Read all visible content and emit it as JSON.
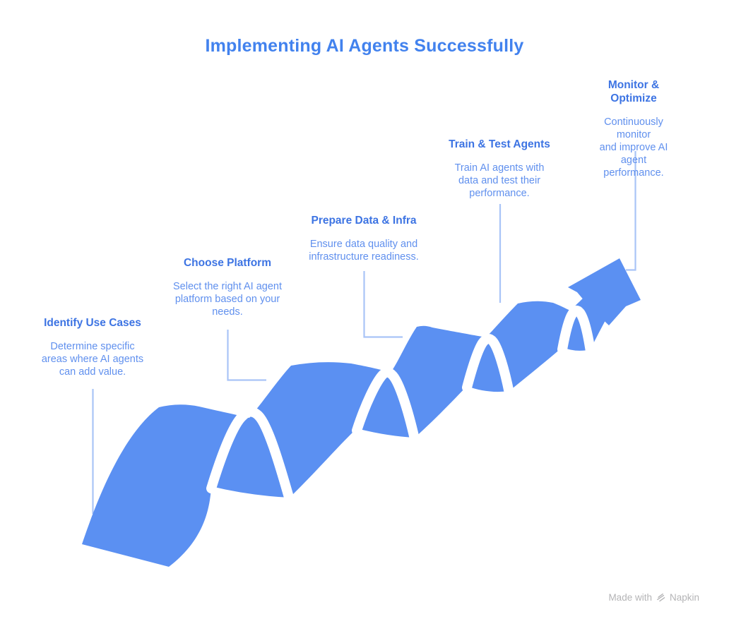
{
  "title": "Implementing AI Agents Successfully",
  "steps": [
    {
      "title": "Identify Use Cases",
      "description": "Determine specific\nareas where AI agents\ncan add value."
    },
    {
      "title": "Choose Platform",
      "description": "Select the right AI agent\nplatform based on your\nneeds."
    },
    {
      "title": "Prepare Data & Infra",
      "description": "Ensure data quality and\ninfrastructure readiness."
    },
    {
      "title": "Train & Test Agents",
      "description": "Train AI agents with\ndata and test their\nperformance."
    },
    {
      "title": "Monitor & Optimize",
      "description": "Continuously monitor\nand improve AI agent\nperformance."
    }
  ],
  "footer": {
    "made_with": "Made with",
    "brand": "Napkin"
  },
  "icons": {
    "wave": "ascending-wave-arrow",
    "brand": "napkin-logo"
  },
  "colors": {
    "wave_color": "#5b90f2",
    "connector_color": "#a9c4f7",
    "title_color": "#4282ee",
    "heading_color": "#3d74e3",
    "body_color": "#6090ee",
    "footer_color": "#b4b4b6"
  }
}
